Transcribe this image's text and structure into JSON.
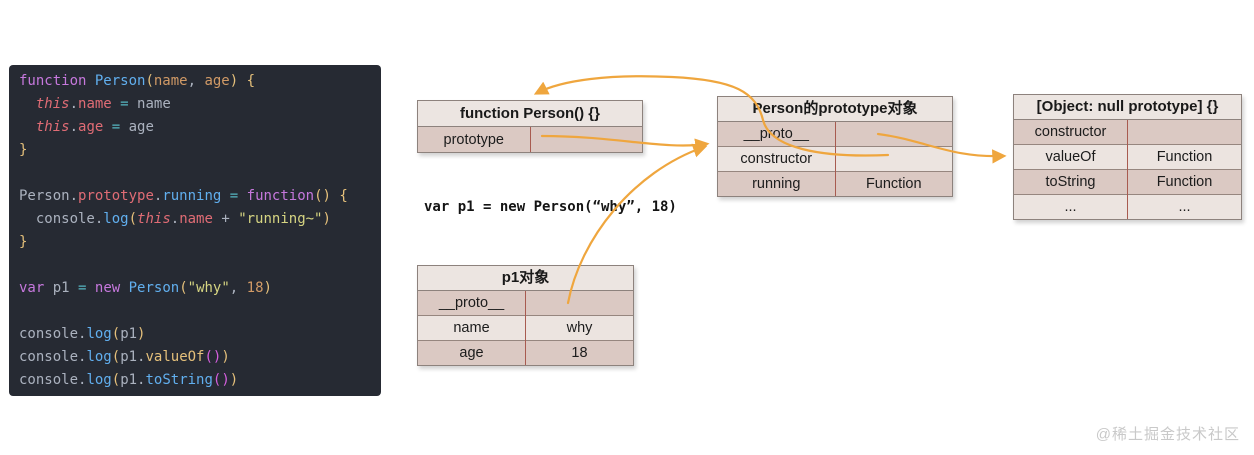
{
  "colors": {
    "arrow": "#efa63e",
    "code_panel_bg": "#262a33",
    "table_header_bg": "#ece5e1",
    "table_row_dark": "#dbc9c3",
    "table_row_light": "#ece4e0",
    "table_divider_red": "#a85b50",
    "watermark_gray": "#c9c9c9"
  },
  "code_panel": {
    "lines": [
      [
        [
          "function ",
          "kw"
        ],
        [
          "Person",
          "fn"
        ],
        [
          "(",
          "br1"
        ],
        [
          "name",
          "arg"
        ],
        [
          ", ",
          "pl"
        ],
        [
          "age",
          "arg"
        ],
        [
          ") {",
          "br1"
        ]
      ],
      [
        [
          "  ",
          "pl"
        ],
        [
          "this",
          "this"
        ],
        [
          ".",
          "pl"
        ],
        [
          "name",
          "prop"
        ],
        [
          " ",
          "pl"
        ],
        [
          "=",
          "op"
        ],
        [
          " name",
          "pl"
        ]
      ],
      [
        [
          "  ",
          "pl"
        ],
        [
          "this",
          "this"
        ],
        [
          ".",
          "pl"
        ],
        [
          "age",
          "prop"
        ],
        [
          " ",
          "pl"
        ],
        [
          "=",
          "op"
        ],
        [
          " age",
          "pl"
        ]
      ],
      [
        [
          "}",
          "br1"
        ]
      ],
      [],
      [
        [
          "Person",
          "pl"
        ],
        [
          ".",
          "pl"
        ],
        [
          "prototype",
          "prop"
        ],
        [
          ".",
          "pl"
        ],
        [
          "running",
          "fn"
        ],
        [
          " ",
          "pl"
        ],
        [
          "=",
          "op"
        ],
        [
          " ",
          "pl"
        ],
        [
          "function",
          "kw"
        ],
        [
          "() {",
          "br1"
        ]
      ],
      [
        [
          "  console",
          "pl"
        ],
        [
          ".",
          "pl"
        ],
        [
          "log",
          "fn"
        ],
        [
          "(",
          "br1"
        ],
        [
          "this",
          "this"
        ],
        [
          ".",
          "pl"
        ],
        [
          "name",
          "prop"
        ],
        [
          " + ",
          "pl"
        ],
        [
          "\"running~\"",
          "str"
        ],
        [
          ")",
          "br1"
        ]
      ],
      [
        [
          "}",
          "br1"
        ]
      ],
      [],
      [
        [
          "var",
          "kw"
        ],
        [
          " p1 ",
          "pl"
        ],
        [
          "=",
          "op"
        ],
        [
          " ",
          "pl"
        ],
        [
          "new",
          "kw"
        ],
        [
          " ",
          "pl"
        ],
        [
          "Person",
          "fn"
        ],
        [
          "(",
          "br1"
        ],
        [
          "\"why\"",
          "str"
        ],
        [
          ", ",
          "pl"
        ],
        [
          "18",
          "num"
        ],
        [
          ")",
          "br1"
        ]
      ],
      [],
      [
        [
          "console",
          "pl"
        ],
        [
          ".",
          "pl"
        ],
        [
          "log",
          "fn"
        ],
        [
          "(",
          "br1"
        ],
        [
          "p1",
          "pl"
        ],
        [
          ")",
          "br1"
        ]
      ],
      [
        [
          "console",
          "pl"
        ],
        [
          ".",
          "pl"
        ],
        [
          "log",
          "fn"
        ],
        [
          "(",
          "br1"
        ],
        [
          "p1",
          "pl"
        ],
        [
          ".",
          "pl"
        ],
        [
          "valueOf",
          "methY"
        ],
        [
          "()",
          "br2"
        ],
        [
          ")",
          "br1"
        ]
      ],
      [
        [
          "console",
          "pl"
        ],
        [
          ".",
          "pl"
        ],
        [
          "log",
          "fn"
        ],
        [
          "(",
          "br1"
        ],
        [
          "p1",
          "pl"
        ],
        [
          ".",
          "pl"
        ],
        [
          "toString",
          "fn"
        ],
        [
          "()",
          "br2"
        ],
        [
          ")",
          "br1"
        ]
      ]
    ]
  },
  "annotation": {
    "text": "var p1 = new Person(“why”, 18)"
  },
  "tables": {
    "function_person": {
      "title": "function Person() {}",
      "rows": [
        {
          "key": "prototype",
          "value": ""
        }
      ]
    },
    "person_prototype": {
      "title": "Person的prototype对象",
      "rows": [
        {
          "key": "__proto__",
          "value": ""
        },
        {
          "key": "constructor",
          "value": ""
        },
        {
          "key": "running",
          "value": "Function"
        }
      ]
    },
    "null_prototype": {
      "title": "[Object: null prototype] {}",
      "rows": [
        {
          "key": "constructor",
          "value": ""
        },
        {
          "key": "valueOf",
          "value": "Function"
        },
        {
          "key": "toString",
          "value": "Function"
        },
        {
          "key": "...",
          "value": "..."
        }
      ]
    },
    "p1": {
      "title": "p1对象",
      "rows": [
        {
          "key": "__proto__",
          "value": ""
        },
        {
          "key": "name",
          "value": "why"
        },
        {
          "key": "age",
          "value": "18"
        }
      ]
    }
  },
  "arrows": [
    {
      "from": "Person的prototype对象.constructor",
      "to": "function Person() {}"
    },
    {
      "from": "function Person().prototype",
      "to": "Person的prototype对象"
    },
    {
      "from": "p1对象.__proto__",
      "to": "Person的prototype对象"
    },
    {
      "from": "Person的prototype对象.__proto__",
      "to": "[Object: null prototype] {}"
    }
  ],
  "watermark": {
    "text": "@稀土掘金技术社区"
  }
}
